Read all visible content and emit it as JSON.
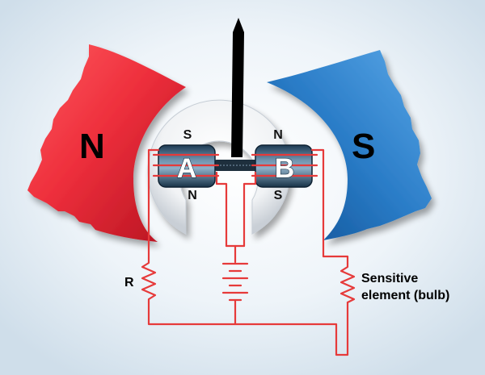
{
  "magnets": {
    "left": {
      "pole": "N",
      "color": "#ef3340"
    },
    "right": {
      "pole": "S",
      "color": "#2a7cc7"
    }
  },
  "armature_poles": {
    "a_top": "S",
    "a_bottom": "N",
    "b_top": "N",
    "b_bottom": "S"
  },
  "coils": {
    "a_label": "A",
    "b_label": "B"
  },
  "circuit": {
    "resistor_label": "R",
    "sensor_label_line1": "Sensitive",
    "sensor_label_line2": "element (bulb)",
    "wire_color": "#e63a3a"
  }
}
